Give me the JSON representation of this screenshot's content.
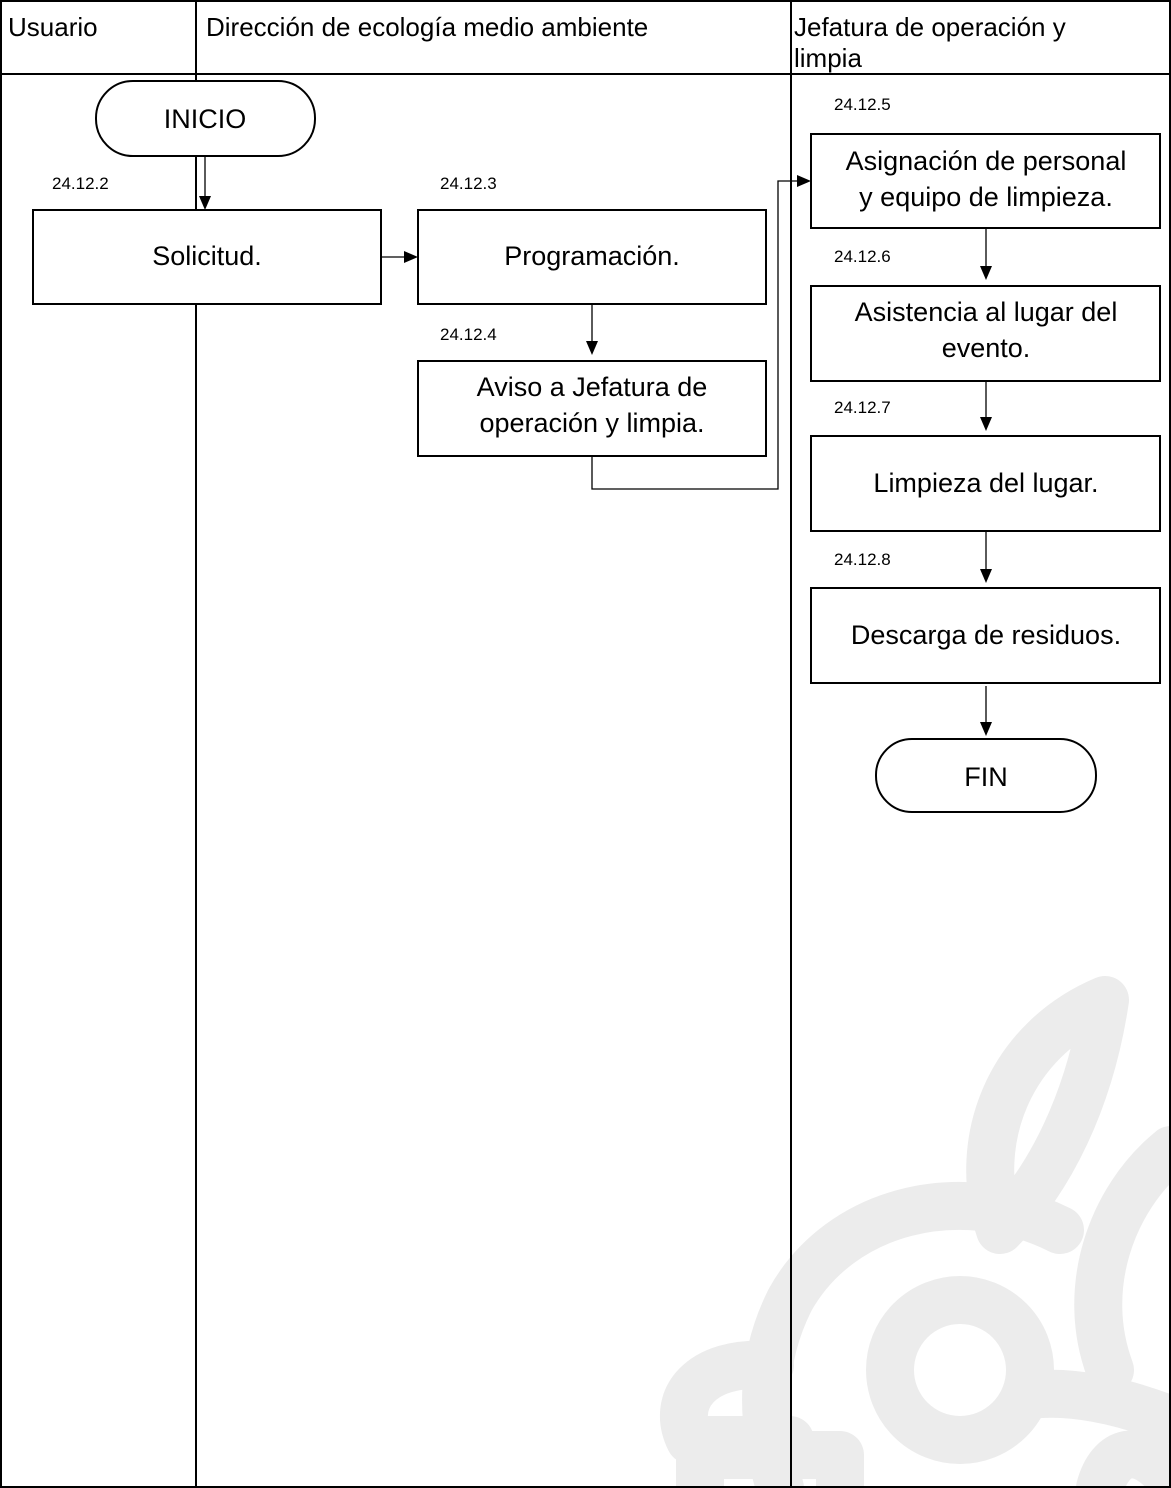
{
  "lanes": {
    "usuario": "Usuario",
    "direccion": "Dirección de ecología medio ambiente",
    "jefatura_line1": "Jefatura de operación y",
    "jefatura_line2": "limpia"
  },
  "terminals": {
    "start": "INICIO",
    "end": "FIN"
  },
  "steps": {
    "s2": {
      "code": "24.12.2",
      "text": "Solicitud."
    },
    "s3": {
      "code": "24.12.3",
      "text": "Programación."
    },
    "s4": {
      "code": "24.12.4",
      "line1": "Aviso a Jefatura de",
      "line2": "operación y limpia."
    },
    "s5": {
      "code": "24.12.5",
      "line1": "Asignación de personal",
      "line2": "y equipo de limpieza."
    },
    "s6": {
      "code": "24.12.6",
      "line1": "Asistencia al lugar del",
      "line2": "evento."
    },
    "s7": {
      "code": "24.12.7",
      "text": "Limpieza del lugar."
    },
    "s8": {
      "code": "24.12.8",
      "text": "Descarga de residuos."
    }
  }
}
